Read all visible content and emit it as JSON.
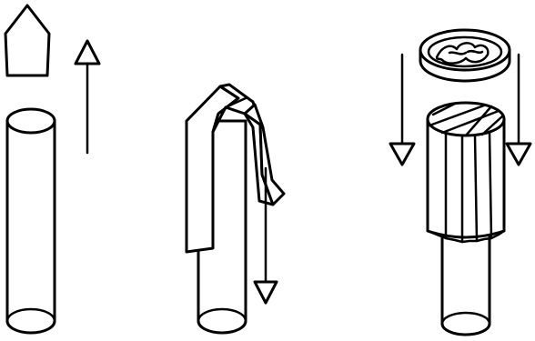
{
  "figure": {
    "panels": [
      {
        "id": "panel-1",
        "parts": [
          "pencil-tip",
          "pencil-shaft"
        ],
        "arrow_direction": "up"
      },
      {
        "id": "panel-2",
        "parts": [
          "folded-strip",
          "pencil-shaft"
        ],
        "arrow_direction": "down"
      },
      {
        "id": "panel-3",
        "parts": [
          "coin",
          "wrapped-bundle",
          "pencil-shaft"
        ],
        "arrow_direction": "down"
      }
    ],
    "colors": {
      "ink": "#000000",
      "paper": "#ffffff"
    }
  }
}
